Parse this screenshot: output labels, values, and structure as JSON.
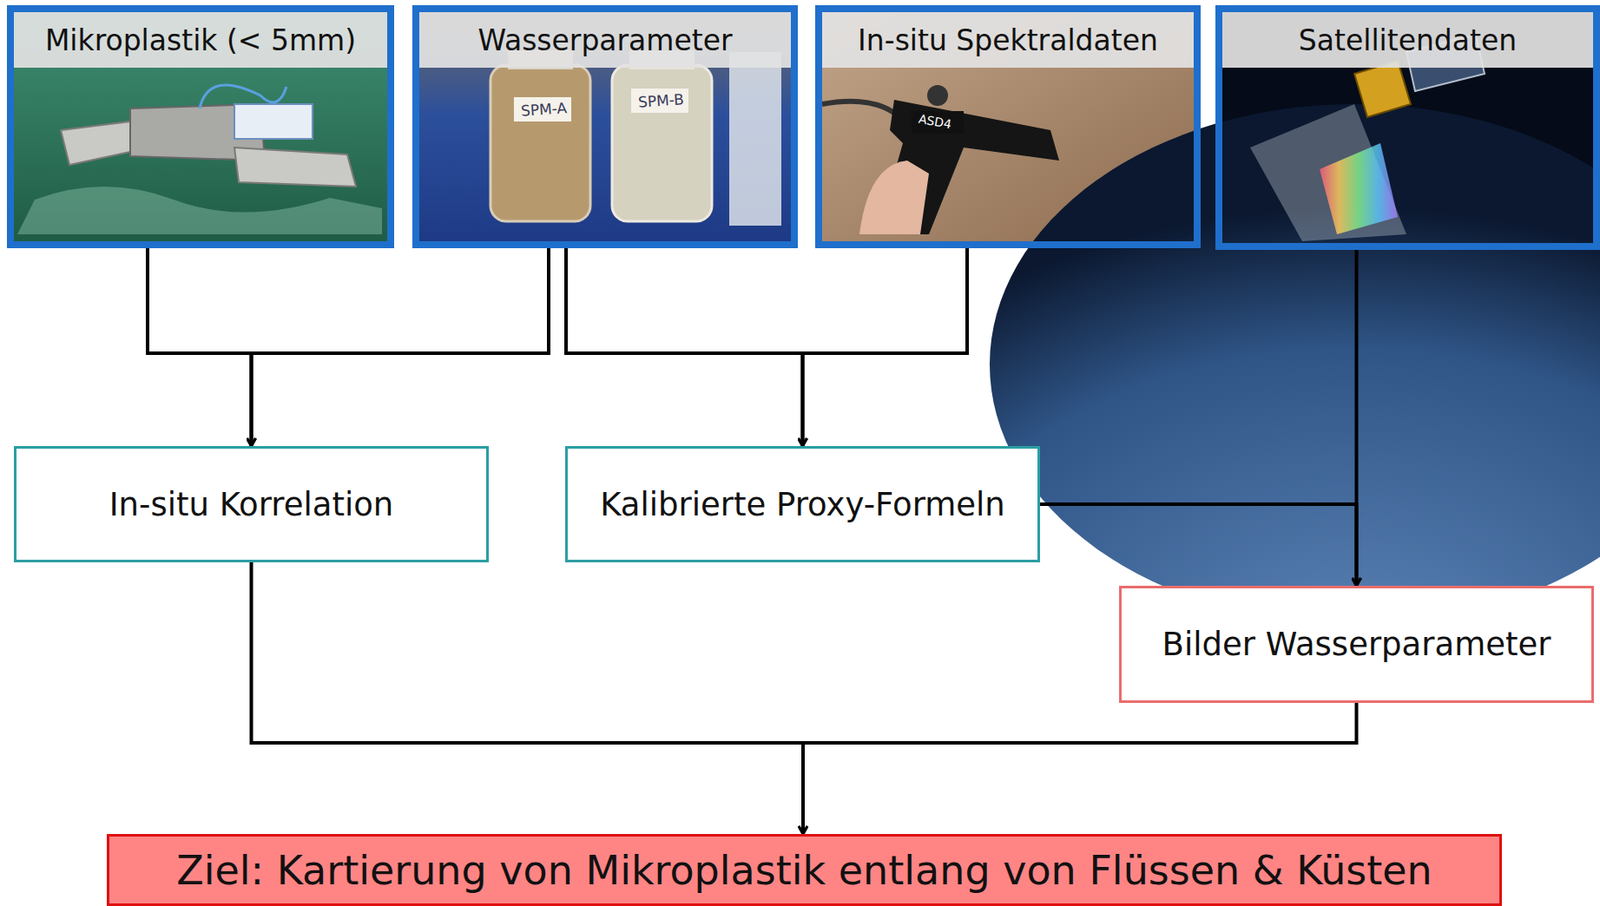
{
  "diagram": {
    "nodes": [
      {
        "text": [
          "Mikroplastik (< 5mm)"
        ]
      },
      {
        "text": [
          "Wasserparameter"
        ]
      },
      {
        "text": [
          "In-situ Spektraldaten"
        ]
      },
      {
        "text": [
          "Satellitendaten"
        ]
      },
      {
        "text": [
          "In-situ Korrelation"
        ]
      },
      {
        "text": [
          "Kalibrierte Proxy-Formeln"
        ]
      },
      {
        "text": [
          "Bilder Wasserparameter"
        ]
      },
      {
        "text": [
          "Ziel: Kartierung von Mikroplastik entlang von Flüssen & Küsten"
        ]
      }
    ],
    "edges": [
      {
        "from": 0,
        "to": 4,
        "arrow": "to"
      },
      {
        "from": 1,
        "to": 4,
        "arrow": "to"
      },
      {
        "from": 1,
        "to": 5,
        "arrow": "to"
      },
      {
        "from": 2,
        "to": 5,
        "arrow": "to"
      },
      {
        "from": 3,
        "to": 6,
        "arrow": "to"
      },
      {
        "from": 5,
        "to": 6,
        "arrow": "to"
      },
      {
        "from": 4,
        "to": 7,
        "arrow": "to"
      },
      {
        "from": 6,
        "to": 7,
        "arrow": "to"
      }
    ],
    "labels": [
      "SPM-A",
      "SPM-B",
      "ASD4"
    ]
  }
}
